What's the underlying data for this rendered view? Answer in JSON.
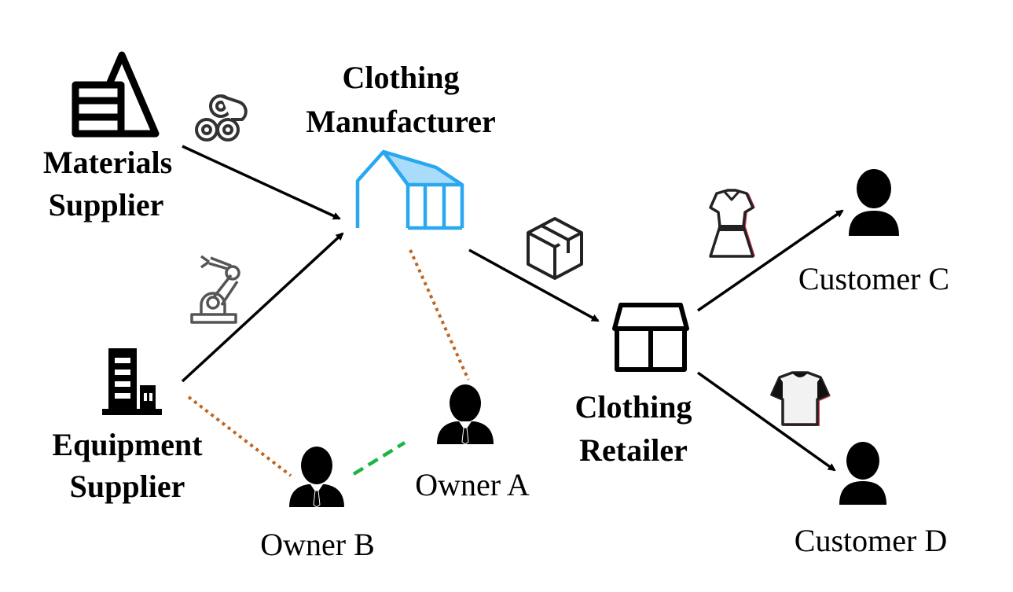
{
  "nodes": {
    "materials_supplier": {
      "line1": "Materials",
      "line2": "Supplier",
      "icon": "warehouse-pile-icon"
    },
    "equipment_supplier": {
      "line1": "Equipment",
      "line2": "Supplier",
      "icon": "factory-building-icon"
    },
    "clothing_manufacturer": {
      "line1": "Clothing",
      "line2": "Manufacturer",
      "icon": "factory-roof-icon",
      "color": "#29a8f0",
      "fill": "#a8dcfa"
    },
    "clothing_retailer": {
      "line1": "Clothing",
      "line2": "Retailer",
      "icon": "store-icon"
    },
    "customer_c": {
      "label": "Customer C",
      "icon": "person-icon"
    },
    "customer_d": {
      "label": "Customer D",
      "icon": "person-icon"
    },
    "owner_a": {
      "label": "Owner A",
      "icon": "businessman-icon"
    },
    "owner_b": {
      "label": "Owner B",
      "icon": "businessman-icon"
    }
  },
  "edge_icons": {
    "fabric_rolls": "fabric-rolls-icon",
    "robot_arm": "robot-arm-icon",
    "package_box": "package-box-icon",
    "dress": "dress-icon",
    "tshirt": "tshirt-icon"
  },
  "colors": {
    "arrow": "#000000",
    "ownership_dotted": "#c0651f",
    "relation_dashed": "#1db446"
  }
}
